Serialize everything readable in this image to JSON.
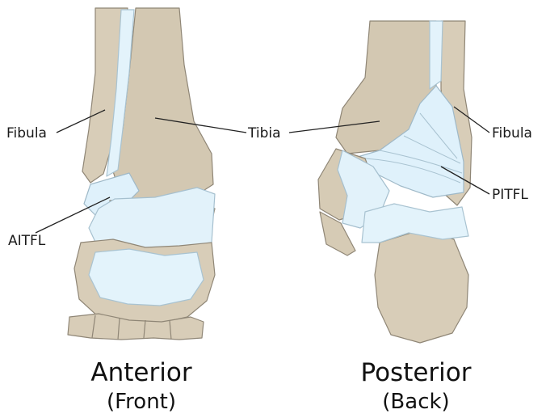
{
  "labels": {
    "left_fibula": "Fibula",
    "tibia": "Tibia",
    "right_fibula": "Fibula",
    "aitfl": "AITFL",
    "pitfl": "PITFL"
  },
  "captions": {
    "anterior_title": "Anterior",
    "anterior_subtitle": "(Front)",
    "posterior_title": "Posterior",
    "posterior_subtitle": "(Back)"
  },
  "colors": {
    "bone": "#d8cdb8",
    "bone_outline": "#8f8676",
    "ligament": "#dff1fb",
    "ligament_outline": "#9fb9c8",
    "leader_line": "#222222"
  }
}
